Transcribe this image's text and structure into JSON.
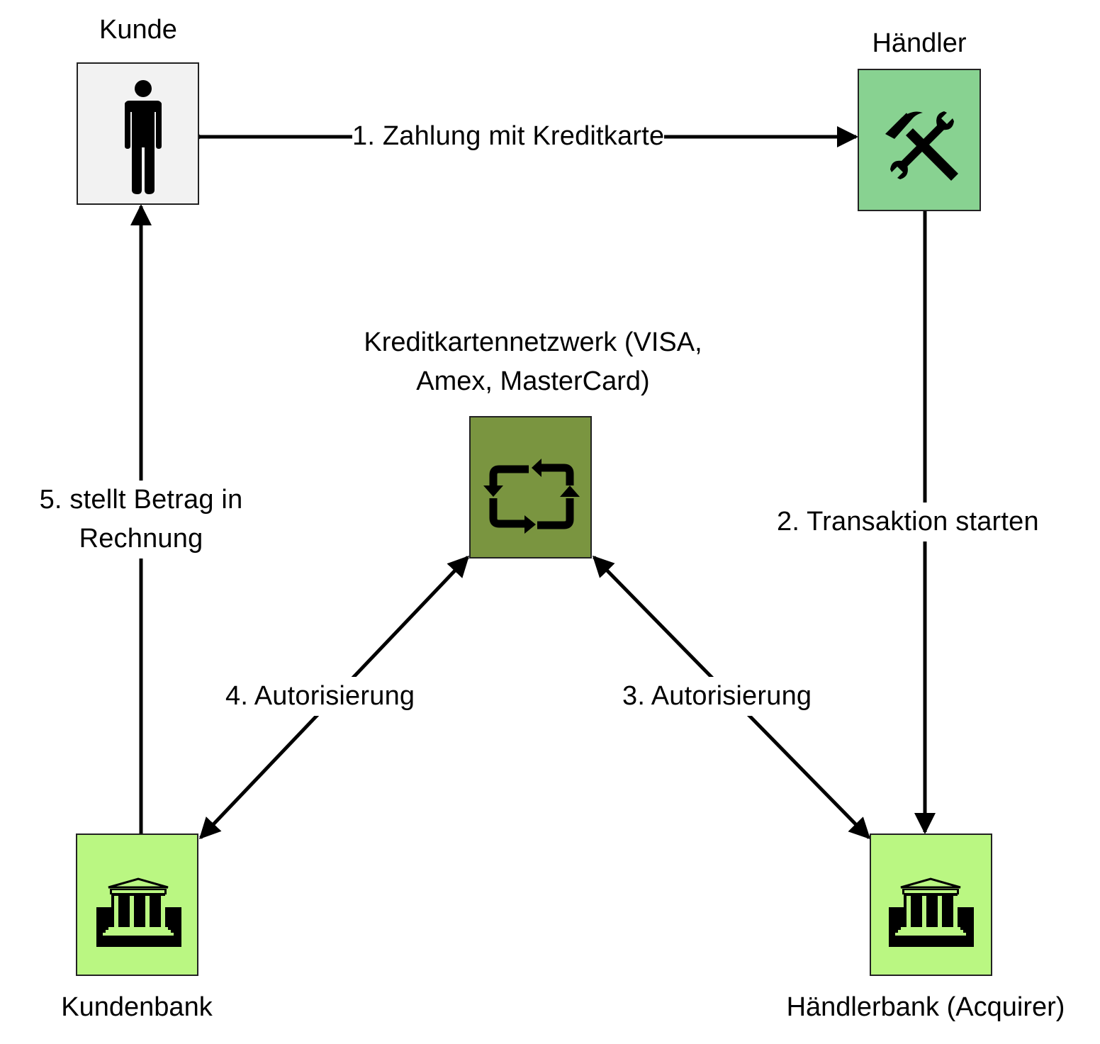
{
  "diagram": {
    "title": "Kreditkartenzahlung",
    "colors": {
      "kunde_fill": "#f2f2f2",
      "haendler_fill": "#88d291",
      "netzwerk_fill": "#7a9540",
      "bank_fill": "#baf782",
      "stroke": "#000000"
    },
    "nodes": {
      "kunde": {
        "label": "Kunde",
        "icon": "person-icon"
      },
      "haendler": {
        "label": "Händler",
        "icon": "tools-icon"
      },
      "netzwerk": {
        "label_line1": "Kreditkartennetzwerk (VISA,",
        "label_line2": "Amex, MasterCard)",
        "icon": "cycle-arrows-icon"
      },
      "kundenbank": {
        "label": "Kundenbank",
        "icon": "bank-icon"
      },
      "haendlerbank": {
        "label": "Händlerbank (Acquirer)",
        "icon": "bank-icon"
      }
    },
    "edges": [
      {
        "id": "e1",
        "from": "kunde",
        "to": "haendler",
        "label": "1. Zahlung mit Kreditkarte",
        "direction": "forward"
      },
      {
        "id": "e2",
        "from": "haendler",
        "to": "haendlerbank",
        "label": "2. Transaktion starten",
        "direction": "forward"
      },
      {
        "id": "e3",
        "from": "haendlerbank",
        "to": "netzwerk",
        "label": "3. Autorisierung",
        "direction": "both"
      },
      {
        "id": "e4",
        "from": "netzwerk",
        "to": "kundenbank",
        "label": "4. Autorisierung",
        "direction": "both"
      },
      {
        "id": "e5",
        "from": "kundenbank",
        "to": "kunde",
        "label_line1": "5. stellt Betrag in",
        "label_line2": "Rechnung",
        "direction": "forward"
      }
    ]
  }
}
